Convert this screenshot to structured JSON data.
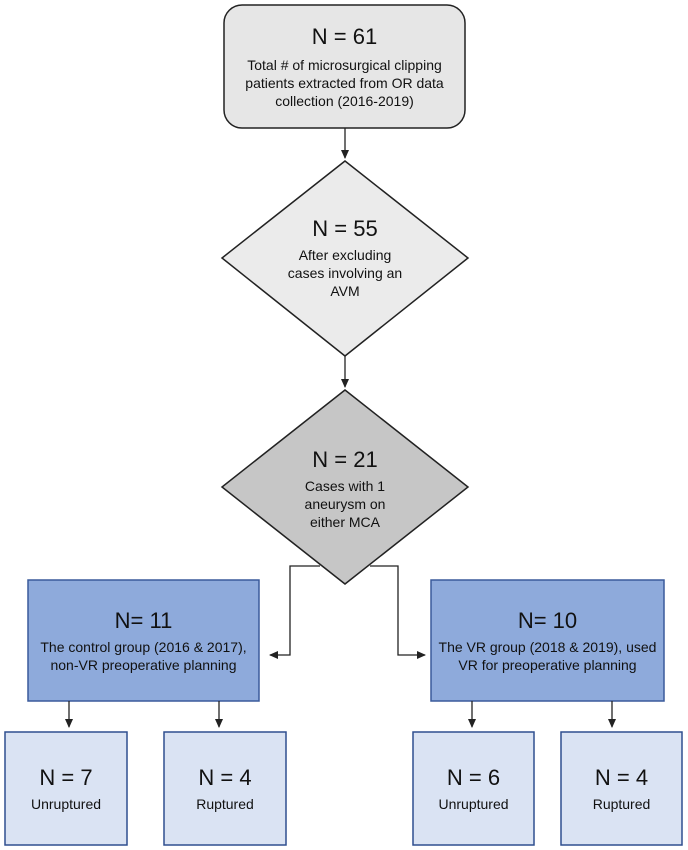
{
  "colors": {
    "top_fill": "#e6e6e6",
    "diamond1_fill": "#ebebeb",
    "diamond2_fill": "#c6c6c6",
    "group_fill": "#8eaadb",
    "group_stroke": "#3a5a9b",
    "leaf_fill": "#dae3f3",
    "leaf_stroke": "#2f4f8f",
    "line": "#222222"
  },
  "nodes": {
    "top": {
      "n": "N = 61",
      "desc": "Total # of microsurgical clipping patients extracted from OR data collection (2016-2019)"
    },
    "exclude_avm": {
      "n": "N = 55",
      "desc": "After excluding cases involving an AVM"
    },
    "single_aneurysm": {
      "n": "N = 21",
      "desc": "Cases with 1 aneurysm on either MCA"
    },
    "control": {
      "n": "N= 11",
      "desc": "The control group (2016 & 2017), non-VR preoperative planning"
    },
    "vr": {
      "n": "N= 10",
      "desc": "The VR group (2018 & 2019), used VR for preoperative planning"
    },
    "control_unruptured": {
      "n": "N = 7",
      "desc": "Unruptured"
    },
    "control_ruptured": {
      "n": "N = 4",
      "desc": "Ruptured"
    },
    "vr_unruptured": {
      "n": "N = 6",
      "desc": "Unruptured"
    },
    "vr_ruptured": {
      "n": "N = 4",
      "desc": "Ruptured"
    }
  }
}
